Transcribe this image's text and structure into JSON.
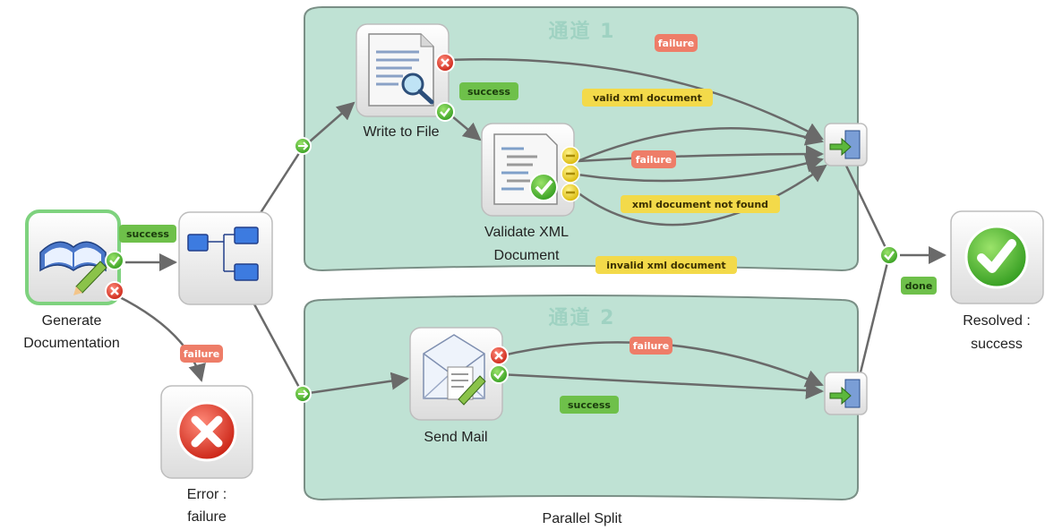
{
  "lanes": [
    {
      "title": "通道 1"
    },
    {
      "title": "通道 2"
    }
  ],
  "split_label": "Parallel Split",
  "nodes": {
    "generate": {
      "line1": "Generate",
      "line2": "Documentation"
    },
    "write": {
      "label": "Write to File"
    },
    "validate": {
      "line1": "Validate XML",
      "line2": "Document"
    },
    "sendmail": {
      "label": "Send Mail"
    },
    "error": {
      "line1": "Error :",
      "line2": "failure"
    },
    "resolved": {
      "line1": "Resolved :",
      "line2": "success"
    }
  },
  "tags": {
    "gen_success": "success",
    "gen_failure": "failure",
    "write_failure": "failure",
    "write_success": "success",
    "valid_xml": "valid xml document",
    "validate_failure": "failure",
    "xml_not_found": "xml document not found",
    "invalid_xml": "invalid xml document",
    "mail_failure": "failure",
    "mail_success": "success",
    "done": "done"
  },
  "colors": {
    "lane_fill": "#bfe2d4",
    "lane_title": "#9fd2c2",
    "success_tag": "#6ec04a",
    "failure_tag": "#ee7d68",
    "outcome_tag": "#f3da4a",
    "connector": "#6a6a6a",
    "start_border": "#7ed27e"
  },
  "icons": {
    "generate": "book-pencil-icon",
    "split": "hierarchy-icon",
    "write": "document-magnifier-icon",
    "validate": "xml-document-check-icon",
    "sendmail": "mail-icon",
    "error": "error-x-icon",
    "resolved": "success-check-icon",
    "join": "exit-door-icon"
  }
}
